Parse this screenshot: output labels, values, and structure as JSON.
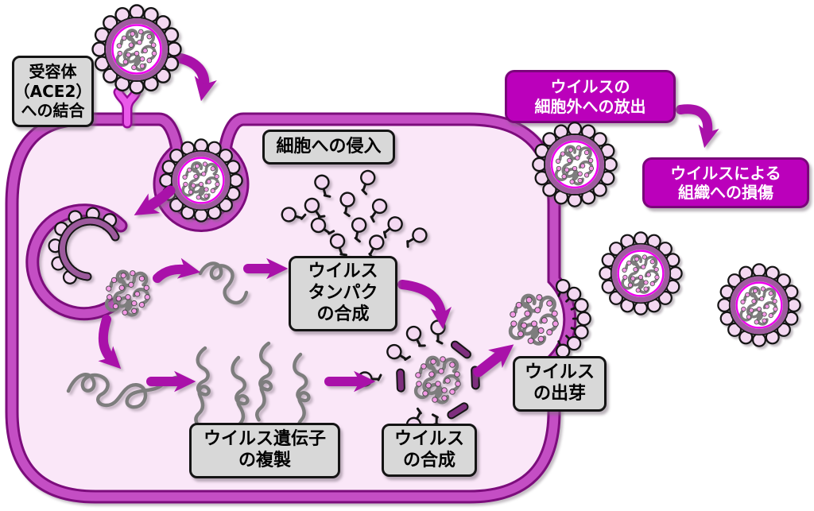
{
  "labels": {
    "receptor_binding": {
      "lines": [
        "受容体",
        "（ACE2）",
        "への結合"
      ]
    },
    "cell_entry": {
      "lines": [
        "細胞への侵入"
      ]
    },
    "protein_synthesis": {
      "lines": [
        "ウイルス",
        "タンパク",
        "の合成"
      ]
    },
    "gene_replication": {
      "lines": [
        "ウイルス遺伝子",
        "の複製"
      ]
    },
    "virus_assembly": {
      "lines": [
        "ウイルス",
        "の合成"
      ]
    },
    "virus_budding": {
      "lines": [
        "ウイルス",
        "の出芽"
      ]
    },
    "virus_release": {
      "lines": [
        "ウイルスの",
        "細胞外への放出"
      ]
    },
    "tissue_damage": {
      "lines": [
        "ウイルスによる",
        "組織への損傷"
      ]
    }
  },
  "colors": {
    "accent": "#a911a9",
    "membrane_light": "#c44ec4",
    "membrane_dark": "#7c0d7c",
    "cell_fill": "#fae7f8",
    "box_gray": "#d8d8d8",
    "box_magenta": "#bb00bb",
    "box_magenta_border": "#7a067a",
    "spike": "#f3d8f1",
    "envelope": "#a05aa0",
    "inner_ring": "#ee00ee",
    "rna": "#7d7d7d",
    "dot": "#f49ae6",
    "capsule": "#7e2f7e"
  }
}
